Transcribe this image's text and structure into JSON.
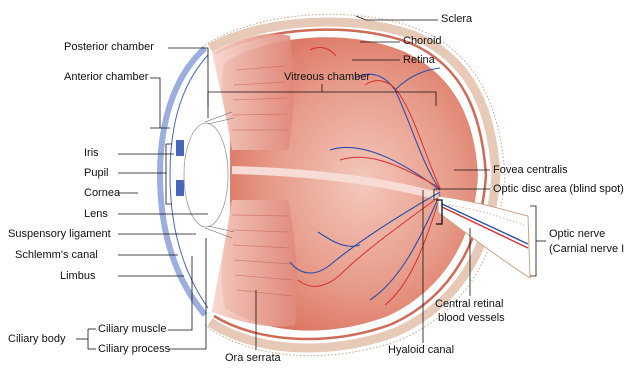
{
  "labels": {
    "sclera": "Sclera",
    "choroid": "Choroid",
    "retina": "Retina",
    "posterior_chamber": "Posterior chamber",
    "anterior_chamber": "Anterior chamber",
    "vitreous_chamber": "Vitreous chamber",
    "iris": "Iris",
    "pupil": "Pupil",
    "cornea": "Cornea",
    "lens": "Lens",
    "suspensory_ligament": "Suspensory ligament",
    "schlemms_canal": "Schlemm's canal",
    "limbus": "Limbus",
    "ciliary_body": "Ciliary body",
    "ciliary_muscle": "Ciliary muscle",
    "ciliary_process": "Ciliary process",
    "ora_serrata": "Ora serrata",
    "hyaloid_canal": "Hyaloid canal",
    "fovea_centralis": "Fovea centralis",
    "optic_disc": "Optic disc area (blind spot)",
    "optic_nerve_line1": "Optic nerve",
    "optic_nerve_line2": "(Carnial nerve II)",
    "central_retinal_line1": "Central retinal",
    "central_retinal_line2": "blood vessels"
  },
  "colors": {
    "vitreous": "#e2907e",
    "vitreous_light": "#f2c4b8",
    "retina_red": "#d9503f",
    "vessel_blue": "#2d4ea8",
    "vessel_red": "#d93030",
    "iris_blue": "#4a66b8",
    "sclera_outline": "#c9a48a",
    "leader": "#111111"
  }
}
